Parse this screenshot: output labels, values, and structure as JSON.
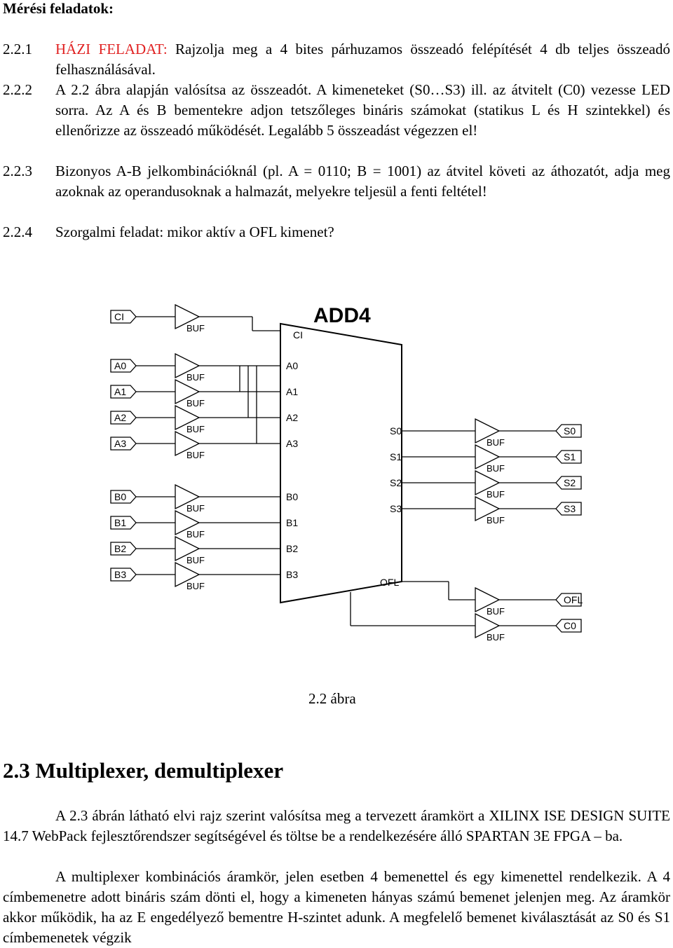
{
  "heading": "Mérési feladatok:",
  "tasks": [
    {
      "num": "2.2.1",
      "highlight": "HÁZI FELADAT:",
      "text": " Rajzolja meg a 4 bites párhuzamos összeadó felépítését 4 db teljes összeadó felhasználásával."
    },
    {
      "num": "2.2.2",
      "text": "A 2.2 ábra alapján valósítsa az összeadót. A kimeneteket (S0…S3) ill. az átvitelt (C0) vezesse LED sorra. Az A és B bementekre adjon tetszőleges bináris számokat (statikus L és H szintekkel) és ellenőrizze az összeadó működését. Legalább 5 összeadást végezzen el!"
    },
    {
      "num": "2.2.3",
      "text": "Bizonyos A-B jelkombinációknál (pl. A = 0110; B = 1001) az átvitel követi az áthozatót, adja meg azoknak az operandusoknak a halmazát, melyekre teljesül a fenti feltétel!"
    },
    {
      "num": "2.2.4",
      "text": "Szorgalmi feladat: mikor aktív a OFL kimenet?"
    }
  ],
  "figure": {
    "title": "ADD4",
    "caption": "2.2 ábra",
    "buf_label": "BUF",
    "ci_input": "CI",
    "a_inputs": [
      "A0",
      "A1",
      "A2",
      "A3"
    ],
    "b_inputs": [
      "B0",
      "B1",
      "B2",
      "B3"
    ],
    "block_left_pins": [
      "CI",
      "A0",
      "A1",
      "A2",
      "A3",
      "B0",
      "B1",
      "B2",
      "B3"
    ],
    "block_right_pins": [
      "S0",
      "S1",
      "S2",
      "S3",
      "OFL"
    ],
    "s_outputs": [
      "S0",
      "S1",
      "S2",
      "S3"
    ],
    "extra_outputs": [
      "OFL",
      "C0"
    ]
  },
  "section_title": "2.3 Multiplexer, demultiplexer",
  "paragraphs": [
    "A 2.3 ábrán látható elvi rajz szerint valósítsa meg a tervezett áramkört a XILINX ISE DESIGN SUITE 14.7 WebPack fejlesztőrendszer segítségével és töltse be a rendelkezésére álló SPARTAN 3E FPGA – ba.",
    "A multiplexer kombinációs áramkör, jelen esetben 4 bemenettel és egy kimenettel rendelkezik. A 4 címbemenetre adott bináris szám dönti el, hogy a kimeneten hányas számú bemenet jelenjen meg. Az áramkör akkor működik, ha az E engedélyező bementre H-szintet adunk. A megfelelő bemenet kiválasztását az S0 és S1 címbemenetek végzik"
  ]
}
